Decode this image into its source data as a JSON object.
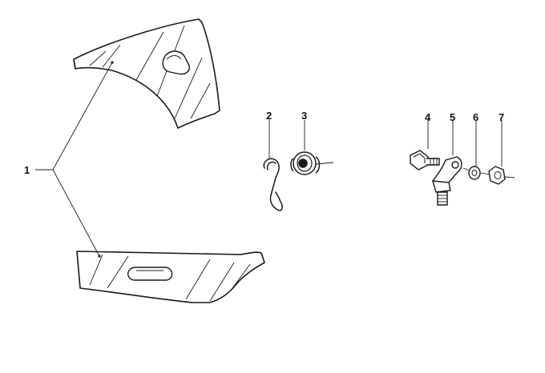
{
  "diagram": {
    "callouts": [
      {
        "id": "1",
        "label": "1"
      },
      {
        "id": "2",
        "label": "2"
      },
      {
        "id": "3",
        "label": "3"
      },
      {
        "id": "4",
        "label": "4"
      },
      {
        "id": "5",
        "label": "5"
      },
      {
        "id": "6",
        "label": "6"
      },
      {
        "id": "7",
        "label": "7"
      }
    ],
    "colors": {
      "ink": "#1a1a1a",
      "paper": "#ffffff"
    }
  }
}
